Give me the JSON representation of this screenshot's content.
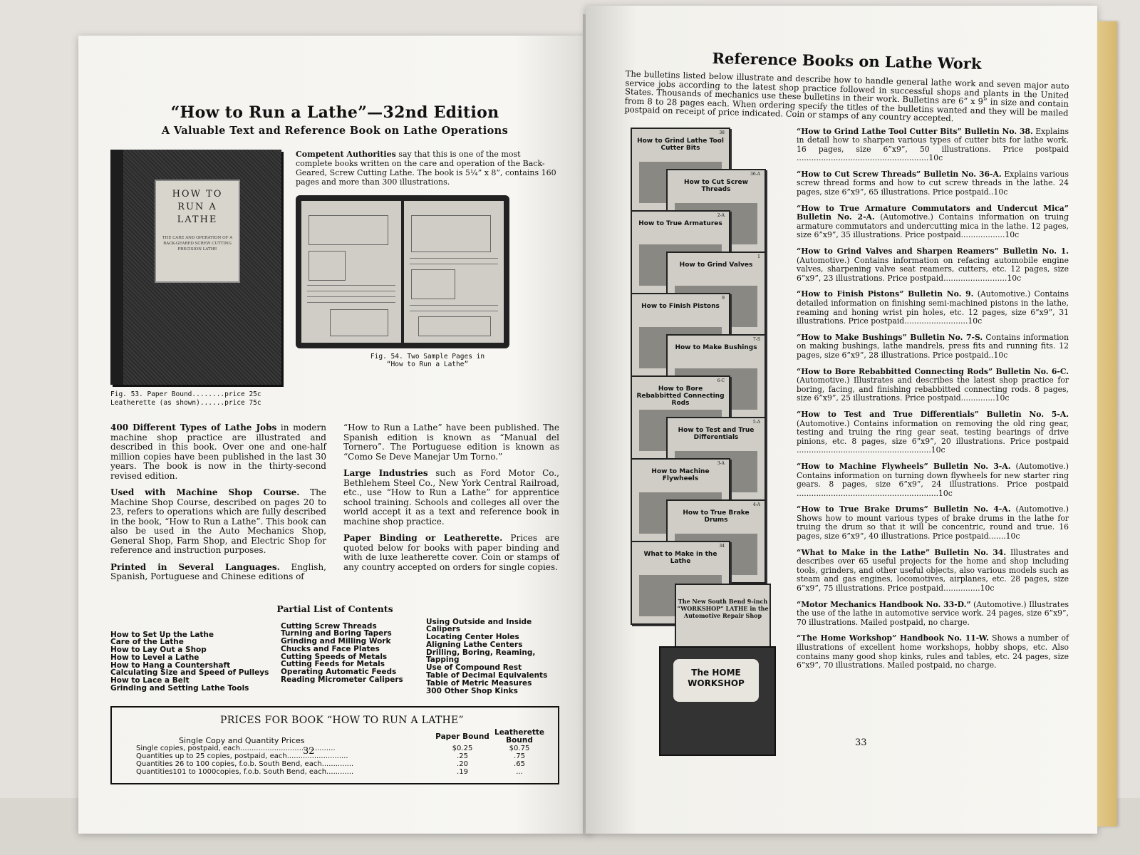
{
  "left_page": {
    "title": "“How to Run a Lathe”—32nd Edition",
    "subtitle": "A Valuable Text and Reference Book on Lathe Operations",
    "cover_title": "HOW TO RUN A LATHE",
    "cover_subtitle": "THE CARE AND OPERATION OF A BACK-GEARED SCREW CUTTING PRECISION LATHE",
    "fig53_line1": "Fig. 53.  Paper Bound........price 25c",
    "fig53_line2": "Leatherette (as shown)......price 75c",
    "competent_lead": "Competent Authorities",
    "competent_text": " say that this is one of the most complete books written on the care and operation of the Back-Geared, Screw Cutting Lathe. The book is 5¼” x 8”, contains 160 pages and more than 300 illustrations.",
    "fig54_line1": "Fig. 54.  Two Sample Pages in",
    "fig54_line2": "“How to Run a Lathe”",
    "para1_lead": "400 Different Types of Lathe Jobs",
    "para1_text": " in modern machine shop practice are illustrated and described in this book. Over one and one-half million copies have been published in the last 30 years. The book is now in the thirty-second revised edition.",
    "para2_lead": "Used with Machine Shop Course.",
    "para2_text": " The Machine Shop Course, described on pages 20 to 23, refers to operations which are fully described in the book, “How to Run a Lathe”. This book can also be used in the Auto Mechanics Shop, General Shop, Farm Shop, and Electric Shop for reference and instruction purposes.",
    "para3_lead": "Printed in Several Languages.",
    "para3_text": " English, Spanish, Portuguese and Chinese editions of",
    "para4_text": "“How to Run a Lathe” have been published. The Spanish edition is known as “Manual del Tornero”. The Portuguese edition is known as “Como Se Deve Manejar Um Torno.”",
    "para5_lead": "Large Industries",
    "para5_text": " such as Ford Motor Co., Bethlehem Steel Co., New York Central Railroad, etc., use “How to Run a Lathe” for apprentice school training. Schools and colleges all over the world accept it as a text and reference book in machine shop practice.",
    "para6_lead": "Paper Binding or Leatherette.",
    "para6_text": " Prices are quoted below for books with paper binding and with de luxe leatherette cover. Coin or stamps of any country accepted on orders for single copies.",
    "contents_title": "Partial List of Contents",
    "contents_col1": [
      "How to Set Up the Lathe",
      "Care of the Lathe",
      "How to Lay Out a Shop",
      "How to Level a Lathe",
      "How to Hang a Countershaft",
      "Calculating Size and Speed of Pulleys",
      "How to Lace a Belt",
      "Grinding and Setting Lathe Tools"
    ],
    "contents_col2": [
      "Cutting Screw Threads",
      "Turning and Boring Tapers",
      "Grinding and Milling Work",
      "Chucks and Face Plates",
      "Cutting Speeds of Metals",
      "Cutting Feeds for Metals",
      "Operating Automatic Feeds",
      "Reading Micrometer Calipers"
    ],
    "contents_col3": [
      "Using Outside and Inside Calipers",
      "Locating Center Holes",
      "Aligning Lathe Centers",
      "Drilling, Boring, Reaming, Tapping",
      "Use of Compound Rest",
      "Table of Decimal Equivalents",
      "Table of Metric Measures",
      "300 Other Shop Kinks"
    ],
    "prices": {
      "title": "PRICES FOR BOOK “HOW TO RUN A LATHE”",
      "subheading": "Single Copy and Quantity Prices",
      "col_paper": "Paper Bound",
      "col_leather": "Leatherette Bound",
      "rows": [
        {
          "label": "Single copies, postpaid, each..........................................",
          "paper": "$0.25",
          "leather": "$0.75"
        },
        {
          "label": "Quantities up to 25 copies, postpaid, each...........................",
          "paper": ".25",
          "leather": ".75"
        },
        {
          "label": "Quantities 26 to 100 copies, f.o.b. South Bend, each..............",
          "paper": ".20",
          "leather": ".65"
        },
        {
          "label": "Quantities101 to 1000copies, f.o.b. South Bend, each............",
          "paper": ".19",
          "leather": "..."
        }
      ]
    },
    "page_number": "32"
  },
  "right_page": {
    "title": "Reference Books on Lathe Work",
    "intro": "The bulletins listed below illustrate and describe how to handle general lathe work and seven major auto service jobs according to the latest shop practice followed in successful shops and plants in the United States. Thousands of mechanics use these bulletins in their work. Bulletins are 6” x 9” in size and contain from 8 to 28 pages each. When ordering specify the titles of the bulletins wanted and they will be mailed postpaid on receipt of price indicated. Coin or stamps of any country accepted.",
    "thumbs": [
      {
        "num": "38",
        "label": "How to Grind Lathe Tool Cutter Bits"
      },
      {
        "num": "36-A",
        "label": "How to Cut Screw Threads"
      },
      {
        "num": "2-A",
        "label": "How to True Armatures"
      },
      {
        "num": "1",
        "label": "How to Grind Valves"
      },
      {
        "num": "9",
        "label": "How to Finish Pistons"
      },
      {
        "num": "7-S",
        "label": "How to Make Bushings"
      },
      {
        "num": "6-C",
        "label": "How to Bore Rebabbitted Connecting Rods"
      },
      {
        "num": "5-A",
        "label": "How to Test and True Differentials"
      },
      {
        "num": "3-A",
        "label": "How to Machine Flywheels"
      },
      {
        "num": "4-A",
        "label": "How to True Brake Drums"
      },
      {
        "num": "34",
        "label": "What to Make in the Lathe"
      }
    ],
    "workshop_book": "The New South Bend 9-inch “WORKSHOP” LATHE in the Automotive Repair Shop",
    "home_workshop": "The HOME WORKSHOP",
    "bulletins": [
      {
        "title": "“How to Grind Lathe Tool Cutter Bits” Bulletin No. 38.",
        "text": " Explains in detail how to sharpen various types of cutter bits for lathe work. 16 pages, size 6”x9”, 50 illustrations. Price postpaid ......................................................10c"
      },
      {
        "title": "“How to Cut Screw Threads” Bulletin No. 36-A.",
        "text": " Explains various screw thread forms and how to cut screw threads in the lathe. 24 pages, size 6”x9”, 65 illustrations. Price postpaid..10c"
      },
      {
        "title": "“How to True Armature Commutators and Undercut Mica” Bulletin No. 2-A.",
        "text": " (Automotive.) Contains information on truing armature commutators and undercutting mica in the lathe. 12 pages, size 6”x9”, 35 illustrations. Price postpaid..................10c"
      },
      {
        "title": "“How to Grind Valves and Sharpen Reamers” Bulletin No. 1.",
        "text": " (Automotive.) Contains information on refacing automobile engine valves, sharpening valve seat reamers, cutters, etc. 12 pages, size 6”x9”, 23 illustrations. Price postpaid..........................10c"
      },
      {
        "title": "“How to Finish Pistons” Bulletin No. 9.",
        "text": " (Automotive.) Contains detailed information on finishing semi-machined pistons in the lathe, reaming and honing wrist pin holes, etc. 12 pages, size 6”x9”, 31 illustrations. Price postpaid..........................10c"
      },
      {
        "title": "“How to Make Bushings” Bulletin No. 7-S.",
        "text": " Contains information on making bushings, lathe mandrels, press fits and running fits. 12 pages, size 6”x9”, 28 illustrations. Price postpaid..10c"
      },
      {
        "title": "“How to Bore Rebabbitted Connecting Rods” Bulletin No. 6-C.",
        "text": " (Automotive.) Illustrates and describes the latest shop practice for boring, facing, and finishing rebabbitted connecting rods. 8 pages, size 6”x9”, 25 illustrations. Price postpaid..............10c"
      },
      {
        "title": "“How to Test and True Differentials” Bulletin No. 5-A.",
        "text": " (Automotive.) Contains information on removing the old ring gear, testing and truing the ring gear seat, testing bearings of drive pinions, etc. 8 pages, size 6”x9”, 20 illustrations. Price postpaid .......................................................10c"
      },
      {
        "title": "“How to Machine Flywheels” Bulletin No. 3-A.",
        "text": " (Automotive.) Contains information on turning down flywheels for new starter ring gears. 8 pages, size 6”x9”, 24 illustrations. Price postpaid ..........................................................10c"
      },
      {
        "title": "“How to True Brake Drums” Bulletin No. 4-A.",
        "text": " (Automotive.) Shows how to mount various types of brake drums in the lathe for truing the drum so that it will be concentric, round and true. 16 pages, size 6”x9”, 40 illustrations. Price postpaid.......10c"
      },
      {
        "title": "“What to Make in the Lathe” Bulletin No. 34.",
        "text": " Illustrates and describes over 65 useful projects for the home and shop including tools, grinders, and other useful objects, also various models such as steam and gas engines, locomotives, airplanes, etc. 28 pages, size 6”x9”, 75 illustrations. Price postpaid...............10c"
      },
      {
        "title": "“Motor Mechanics Handbook No. 33-D.”",
        "text": " (Automotive.) Illustrates the use of the lathe in automotive service work. 24 pages, size 6”x9”, 70 illustrations. Mailed postpaid, no charge."
      },
      {
        "title": "“The Home Workshop” Handbook No. 11-W.",
        "text": " Shows a number of illustrations of excellent home workshops, hobby shops, etc. Also contains many good shop kinks, rules and tables, etc. 24 pages, size 6”x9”, 70 illustrations. Mailed postpaid, no charge."
      }
    ],
    "page_number": "33"
  }
}
